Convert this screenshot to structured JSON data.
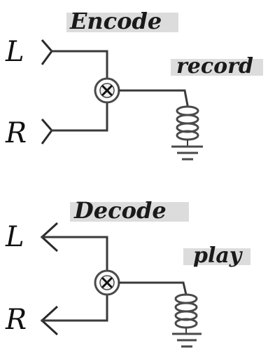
{
  "encode": {
    "title": "Encode",
    "left_channel": "L",
    "right_channel": "R",
    "output_label": "record"
  },
  "decode": {
    "title": "Decode",
    "left_channel": "L",
    "right_channel": "R",
    "output_label": "play"
  },
  "colors": {
    "ink": "#3a3a3a",
    "label_background": "#dcdcdc"
  },
  "icons": [
    "mixer-icon",
    "coil-icon",
    "ground-icon",
    "input-arrow-icon",
    "output-arrow-icon"
  ]
}
